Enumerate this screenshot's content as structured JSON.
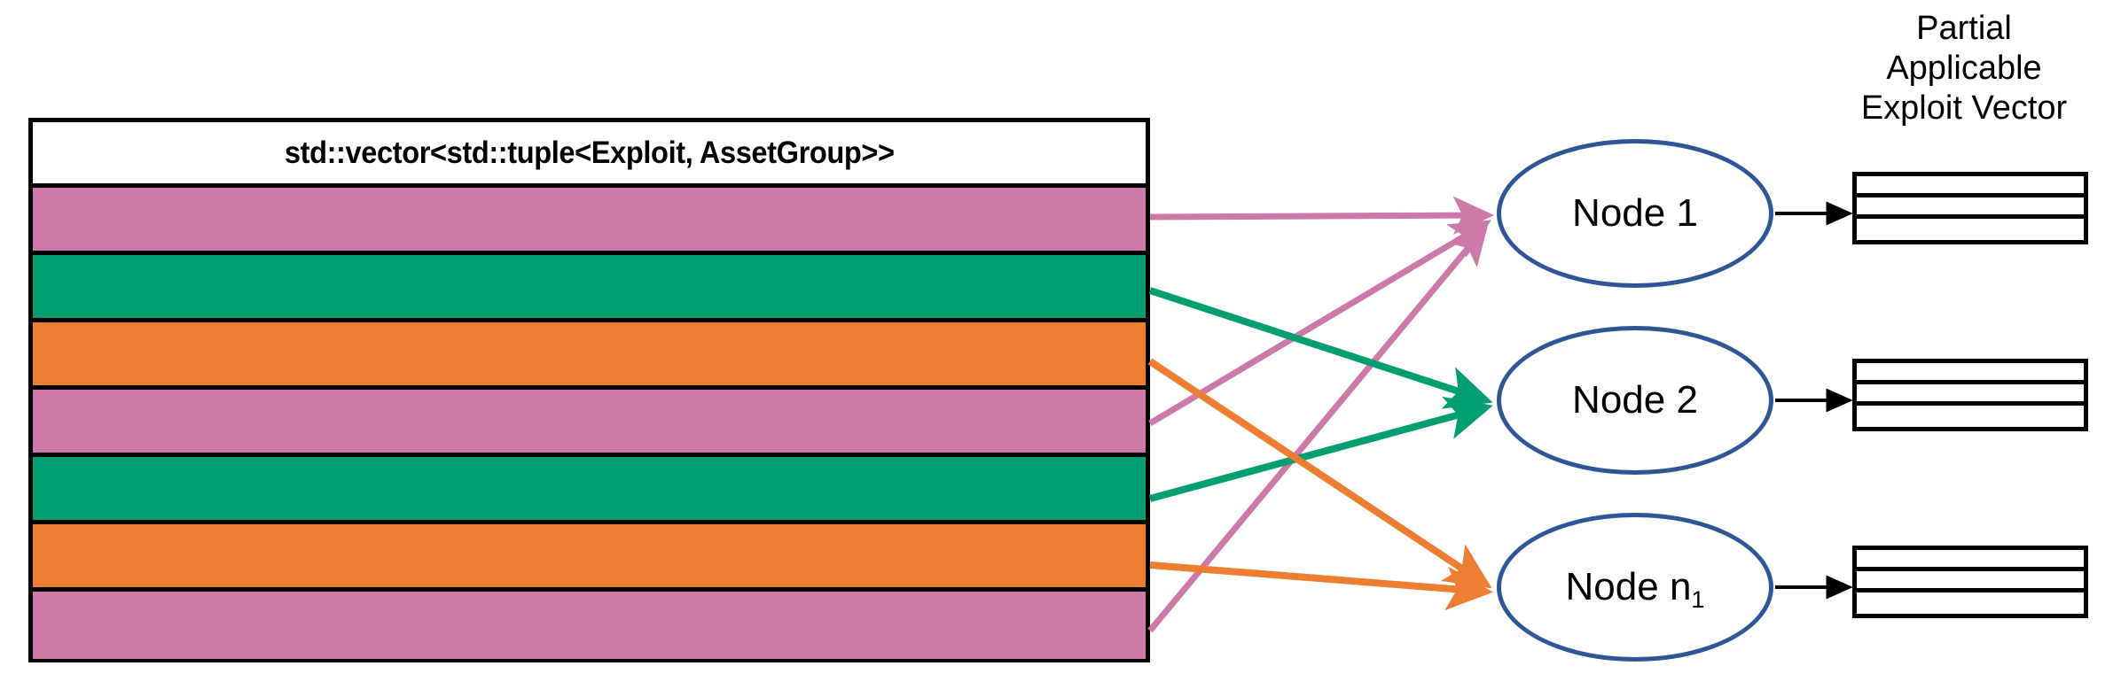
{
  "diagram": {
    "title_of_right_group": {
      "line1": "Partial",
      "line2": "Applicable",
      "line3": "Exploit Vector"
    },
    "source_table": {
      "header_label": "std::vector<std::tuple<Exploit, AssetGroup>>",
      "rows": [
        {
          "index": 1,
          "color": "#CC78A8",
          "group": "pink",
          "target_node": "Node 1"
        },
        {
          "index": 2,
          "color": "#009E70",
          "group": "green",
          "target_node": "Node 2"
        },
        {
          "index": 3,
          "color": "#ED7D31",
          "group": "orange",
          "target_node": "Node n1"
        },
        {
          "index": 4,
          "color": "#CC78A8",
          "group": "pink",
          "target_node": "Node 1"
        },
        {
          "index": 5,
          "color": "#009E70",
          "group": "green",
          "target_node": "Node 2"
        },
        {
          "index": 6,
          "color": "#ED7D31",
          "group": "orange",
          "target_node": "Node n1"
        },
        {
          "index": 7,
          "color": "#CC78A8",
          "group": "pink",
          "target_node": "Node 1"
        }
      ]
    },
    "nodes": [
      {
        "label": "Node 1",
        "base": "Node 1",
        "subscript": ""
      },
      {
        "label": "Node 2",
        "base": "Node 2",
        "subscript": ""
      },
      {
        "label": "Node n1",
        "base": "Node n",
        "subscript": "1"
      }
    ],
    "partial_vectors": [
      {
        "for_node": "Node 1",
        "cells": [
          "",
          "",
          ""
        ]
      },
      {
        "for_node": "Node 2",
        "cells": [
          "",
          "",
          ""
        ]
      },
      {
        "for_node": "Node n1",
        "cells": [
          "",
          "",
          ""
        ]
      }
    ],
    "colors": {
      "pink": "#CC78A8",
      "green": "#009E70",
      "orange": "#ED7D31",
      "node_stroke": "#2E5596",
      "outline": "#000000",
      "background": "#FFFFFF"
    }
  }
}
